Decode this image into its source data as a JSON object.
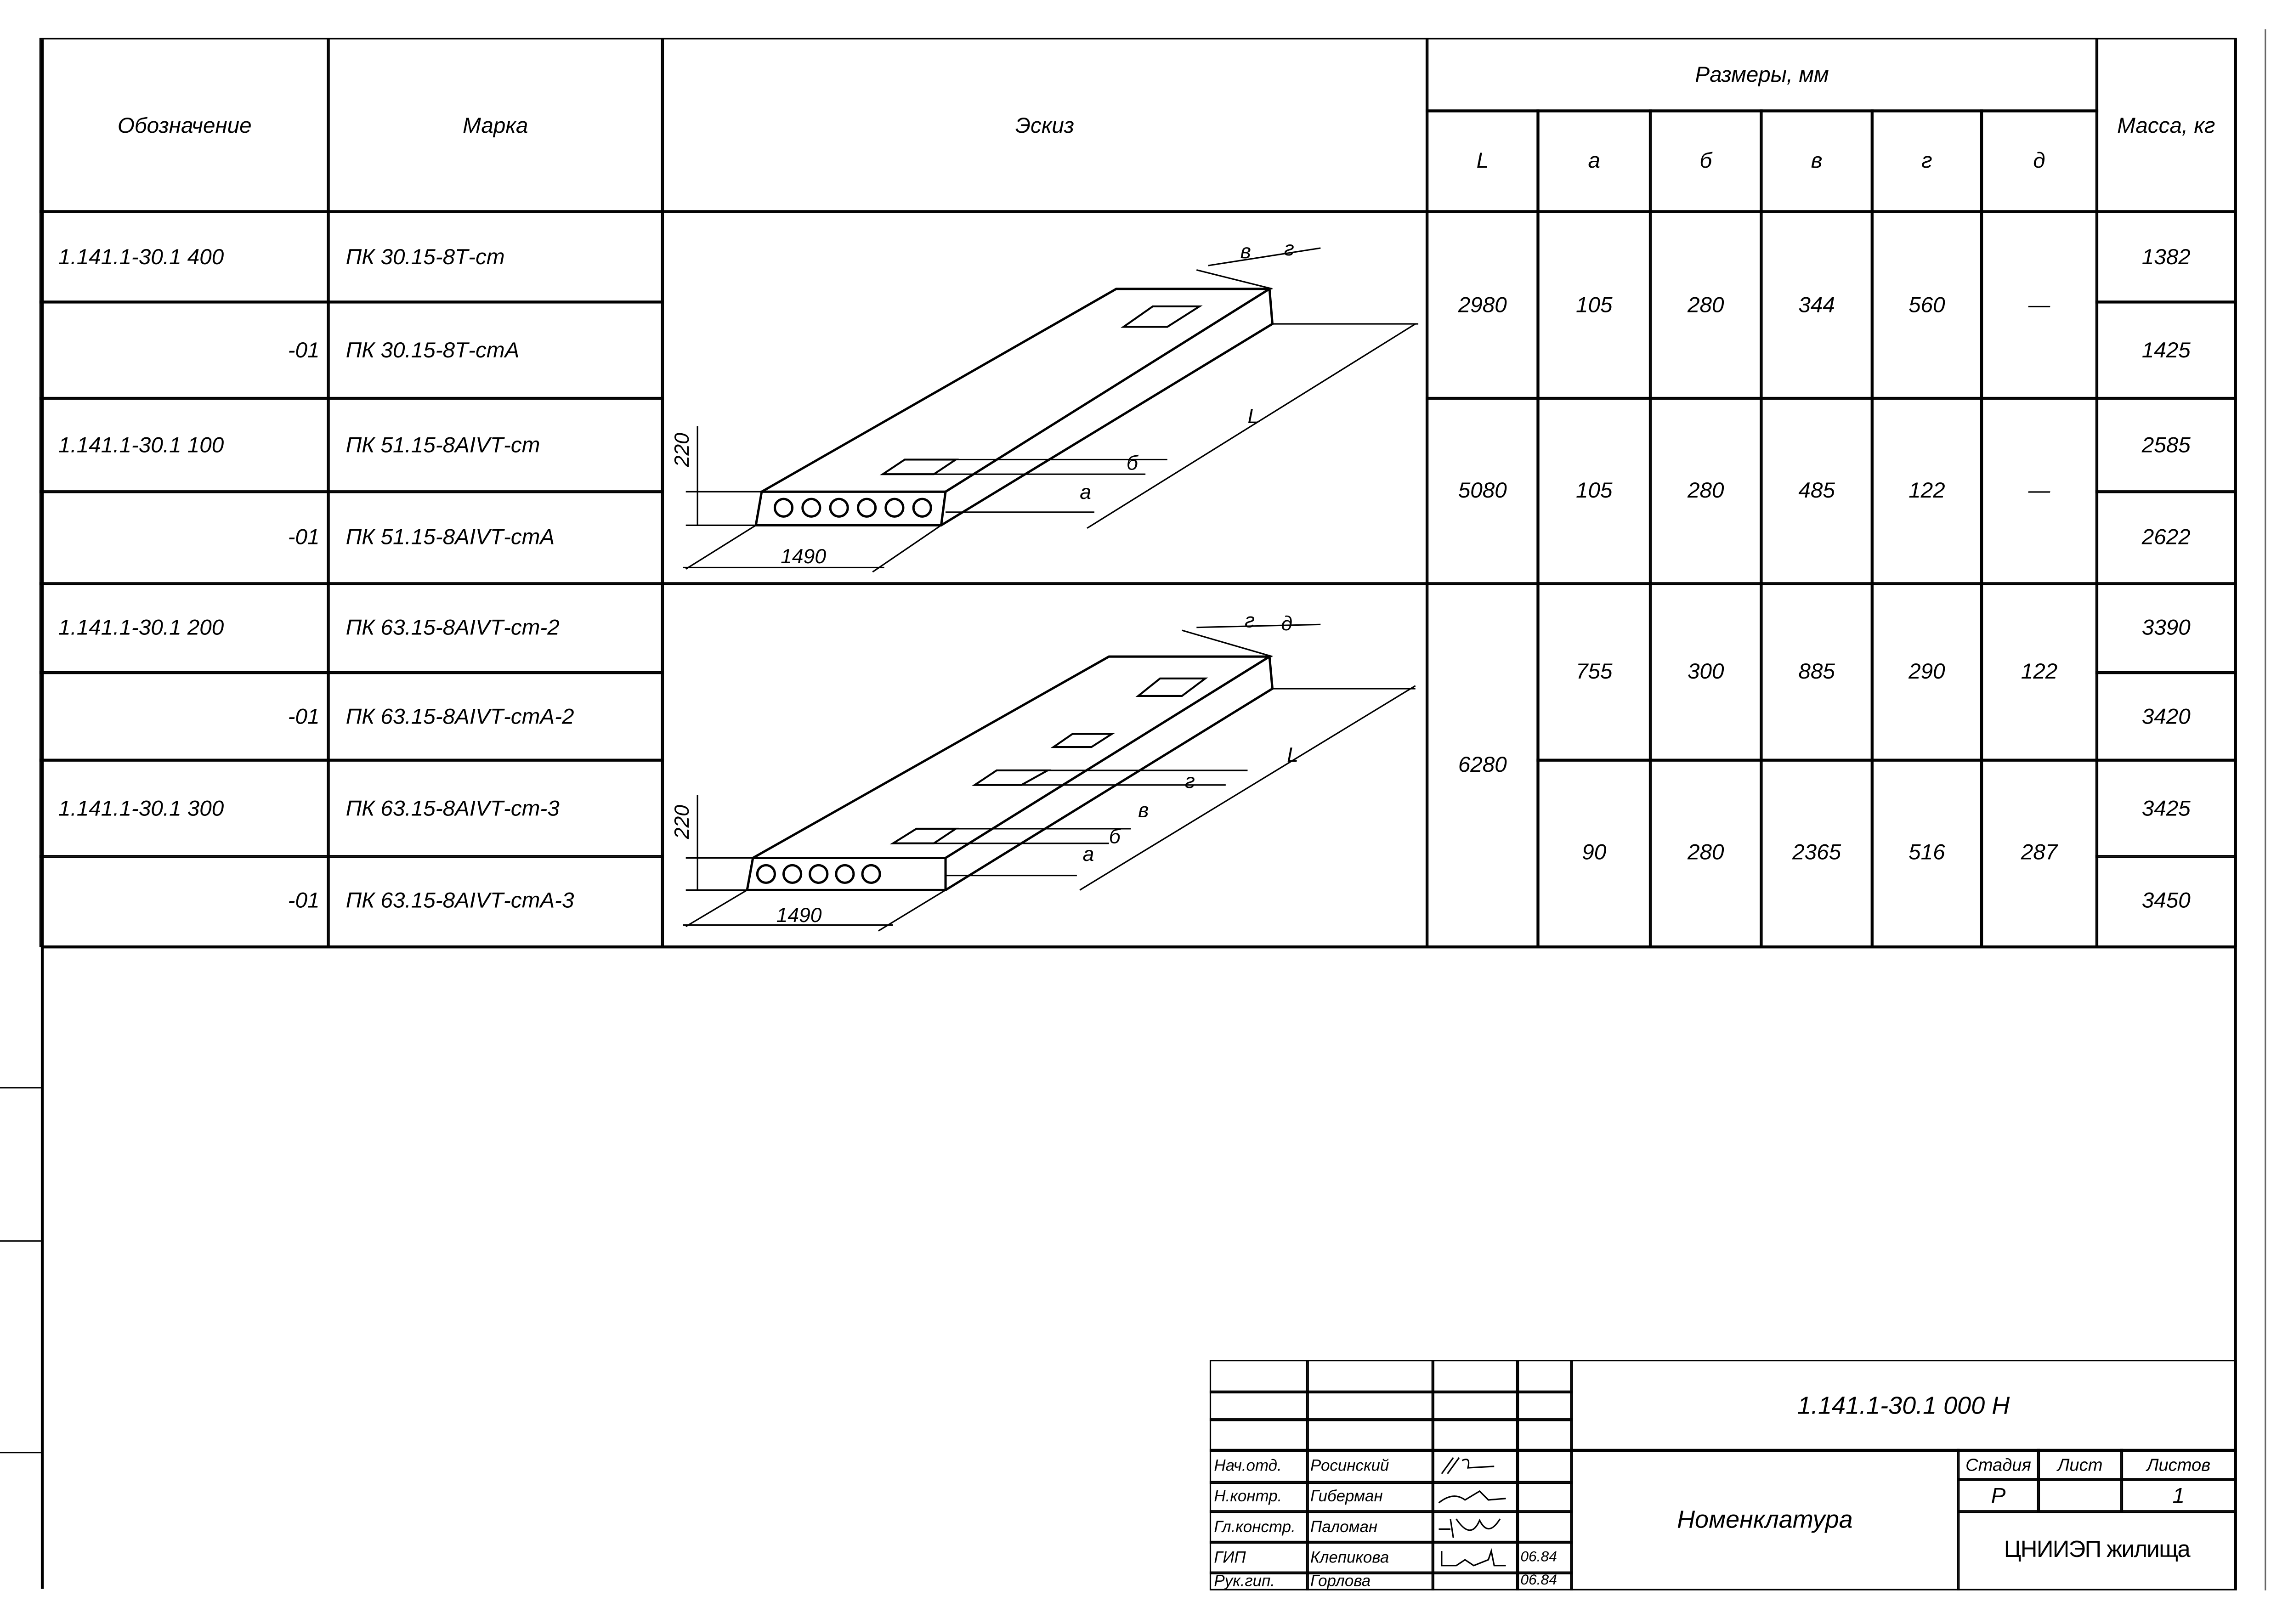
{
  "header": {
    "designation": "Обозначение",
    "mark": "Марка",
    "sketch": "Эскиз",
    "dimensions": "Размеры, мм",
    "dim_cols": [
      "L",
      "a",
      "б",
      "в",
      "г",
      "д"
    ],
    "mass": "Масса, кг"
  },
  "rows": [
    {
      "designation": "1.141.1-30.1 400",
      "mark": "ПК 30.15-8Т-ст",
      "mass": "1382"
    },
    {
      "designation": "-01",
      "mark": "ПК 30.15-8Т-стА",
      "mass": "1425"
    },
    {
      "designation": "1.141.1-30.1  100",
      "mark": "ПК 51.15-8АIVТ-ст",
      "mass": "2585"
    },
    {
      "designation": "-01",
      "mark": "ПК 51.15-8АIVТ-стА",
      "mass": "2622"
    },
    {
      "designation": "1.141.1-30.1 200",
      "mark": "ПК 63.15-8АIVТ-ст-2",
      "mass": "3390"
    },
    {
      "designation": "-01",
      "mark": "ПК 63.15-8АIVТ-стА-2",
      "mass": "3420"
    },
    {
      "designation": "1.141.1-30.1 300",
      "mark": "ПК 63.15-8АIVТ-ст-3",
      "mass": "3425"
    },
    {
      "designation": "-01",
      "mark": "ПК 63.15-8АIVТ-стА-3",
      "mass": "3450"
    }
  ],
  "dims": [
    {
      "L": "2980",
      "a": "105",
      "b": "280",
      "v": "344",
      "g": "560",
      "d": "—"
    },
    {
      "L": "5080",
      "a": "105",
      "b": "280",
      "v": "485",
      "g": "122",
      "d": "—"
    },
    {
      "L": "6280",
      "a": "755",
      "b": "300",
      "v": "885",
      "g": "290",
      "d": "122"
    },
    {
      "a": "90",
      "b": "280",
      "v": "2365",
      "g": "516",
      "d": "287"
    }
  ],
  "sketch": {
    "height": "220",
    "width": "1490",
    "L": "L",
    "a": "a",
    "b": "б",
    "v": "в",
    "g": "г",
    "d": "д"
  },
  "title_block": {
    "doc_code": "1.141.1-30.1  000 Н",
    "title": "Номенклатура",
    "stage_label": "Стадия",
    "sheet_label": "Лист",
    "sheets_label": "Листов",
    "stage": "Р",
    "sheet": "",
    "sheets": "1",
    "org": "ЦНИИЭП жилища",
    "staff": [
      {
        "role": "Нач.отд.",
        "name": "Росинский",
        "date": ""
      },
      {
        "role": "Н.контр.",
        "name": "Гиберман",
        "date": ""
      },
      {
        "role": "Гл.констр.",
        "name": "Паломан",
        "date": ""
      },
      {
        "role": "ГИП",
        "name": "Клепикова",
        "date": "06.84"
      },
      {
        "role": "Рук.гип.",
        "name": "Горлова",
        "date": "06.84"
      }
    ]
  }
}
